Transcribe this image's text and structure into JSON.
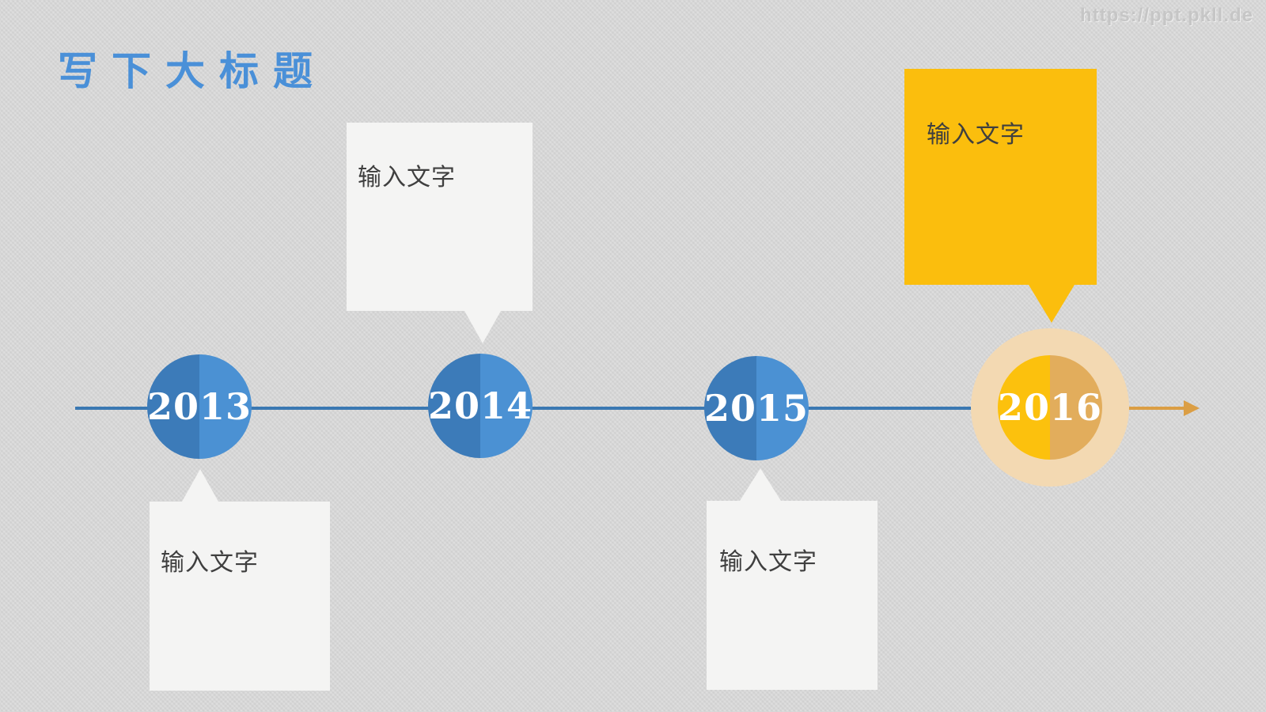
{
  "slide": {
    "title": "写下大标题",
    "watermark": "https://ppt.pkll.de"
  },
  "timeline": {
    "milestones": [
      {
        "year": "2013",
        "callout_text": "输入文字",
        "callout_position": "below",
        "highlighted": false
      },
      {
        "year": "2014",
        "callout_text": "输入文字",
        "callout_position": "above",
        "highlighted": false
      },
      {
        "year": "2015",
        "callout_text": "输入文字",
        "callout_position": "below",
        "highlighted": false
      },
      {
        "year": "2016",
        "callout_text": "输入文字",
        "callout_position": "above",
        "highlighted": true
      }
    ],
    "colors": {
      "title_blue": "#4a90d8",
      "node_blue_dark": "#3c7bb9",
      "node_blue_light": "#4b91d3",
      "line_blue": "#3a78b2",
      "arrow_orange": "#db9e44",
      "highlight_yellow": "#fbbe0d",
      "highlight_yellow_bright": "#fcc10d",
      "highlight_tan": "#e2ad5c",
      "highlight_ring": "#f3d9b2",
      "callout_bg": "#f4f4f3",
      "text_dark": "#3f3f3f",
      "watermark_gray": "#c6c6c6"
    }
  }
}
